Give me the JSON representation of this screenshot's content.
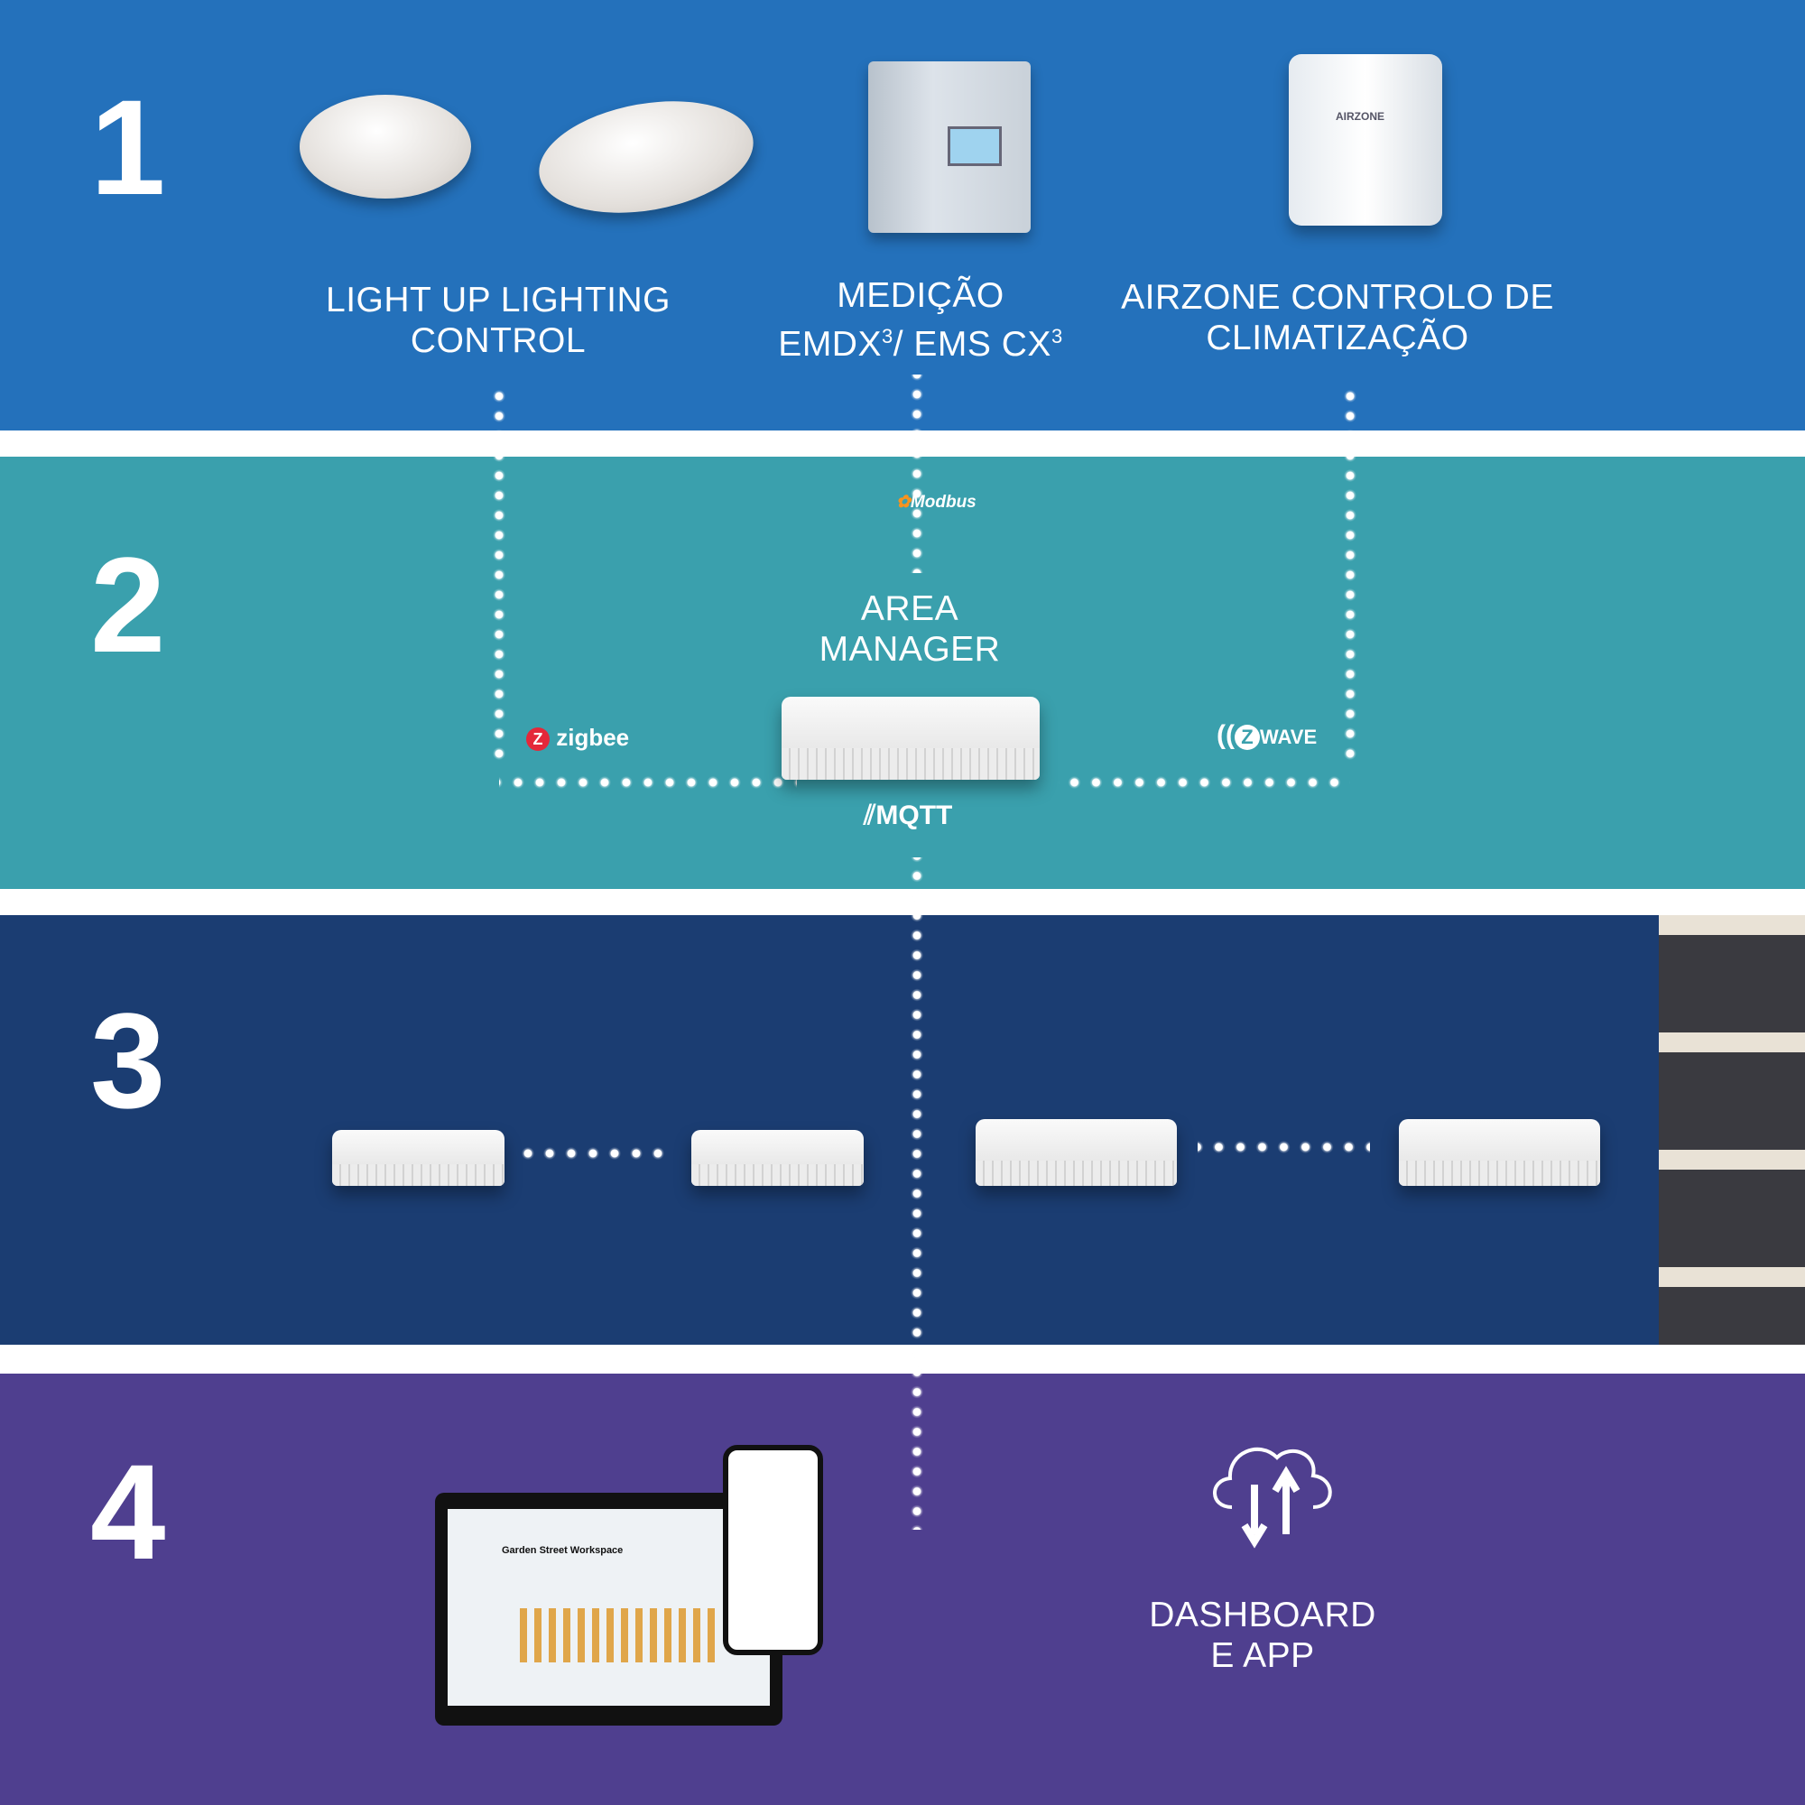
{
  "sections": [
    {
      "number": "1"
    },
    {
      "number": "2"
    },
    {
      "number": "3"
    },
    {
      "number": "4"
    }
  ],
  "devices": {
    "lighting": {
      "line1": "LIGHT UP LIGHTING",
      "line2": "CONTROL"
    },
    "metering": {
      "line1": "MEDIÇÃO",
      "line2a": "EMDX",
      "sup": "3",
      "line2b": "/ EMS CX",
      "sup2": "3"
    },
    "airzone": {
      "line1": "AIRZONE CONTROLO DE",
      "line2": "CLIMATIZAÇÃO",
      "brand": "AIRZONE"
    }
  },
  "hub": {
    "line1": "AREA",
    "line2": "MANAGER"
  },
  "protocols": {
    "modbus": "Modbus",
    "zigbee": "zigbee",
    "zwave": "WAVE",
    "zwave_z": "Z",
    "mqtt": "MQTT"
  },
  "dashboard": {
    "line1": "DASHBOARD",
    "line2": "E APP",
    "laptop_title": "Garden Street Workspace"
  },
  "colors": {
    "band1": "#2471bb",
    "band2": "#3aa0ad",
    "band3": "#1b3d72",
    "band4": "#4f3f8f",
    "bars": "#e0a64a"
  },
  "icons": [
    "cloud-upload-download-icon",
    "zigbee-icon",
    "zwave-icon",
    "mqtt-icon",
    "modbus-icon"
  ]
}
